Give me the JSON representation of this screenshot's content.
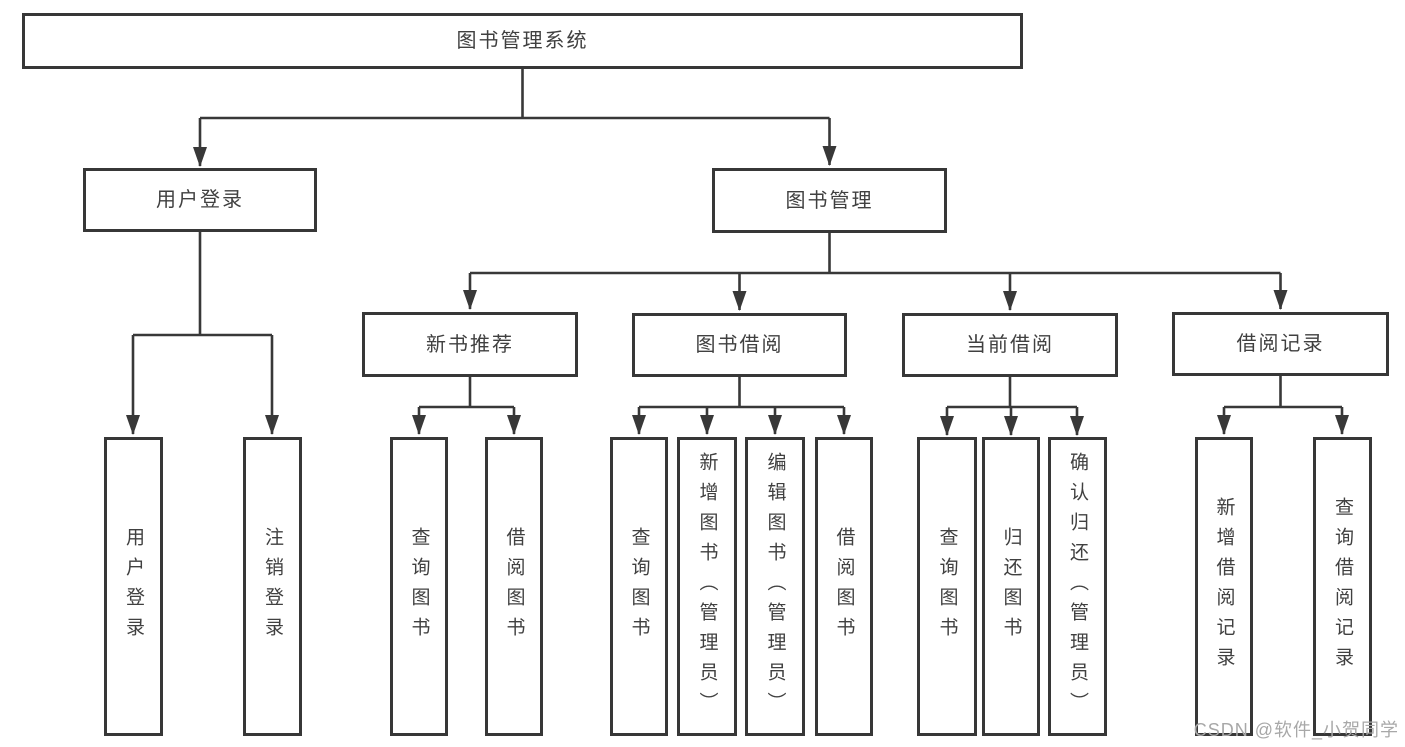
{
  "diagram": {
    "title": "图书管理系统",
    "colors": {
      "line": "#383838",
      "border": "#373737",
      "text": "#404040",
      "background": "#ffffff",
      "watermark": "#a8a8a8"
    },
    "root": {
      "label": "图书管理系统",
      "children": [
        {
          "label": "用户登录",
          "children": [
            {
              "label": "用户登录"
            },
            {
              "label": "注销登录"
            }
          ]
        },
        {
          "label": "图书管理",
          "children": [
            {
              "label": "新书推荐",
              "children": [
                {
                  "label": "查询图书"
                },
                {
                  "label": "借阅图书"
                }
              ]
            },
            {
              "label": "图书借阅",
              "children": [
                {
                  "label": "查询图书"
                },
                {
                  "label": "新增图书（管理员）"
                },
                {
                  "label": "编辑图书（管理员）"
                },
                {
                  "label": "借阅图书"
                }
              ]
            },
            {
              "label": "当前借阅",
              "children": [
                {
                  "label": "查询图书"
                },
                {
                  "label": "归还图书"
                },
                {
                  "label": "确认归还（管理员）"
                }
              ]
            },
            {
              "label": "借阅记录",
              "children": [
                {
                  "label": "新增借阅记录"
                },
                {
                  "label": "查询借阅记录"
                }
              ]
            }
          ]
        }
      ]
    }
  },
  "watermark": {
    "text": "CSDN @软件_小贺同学"
  }
}
